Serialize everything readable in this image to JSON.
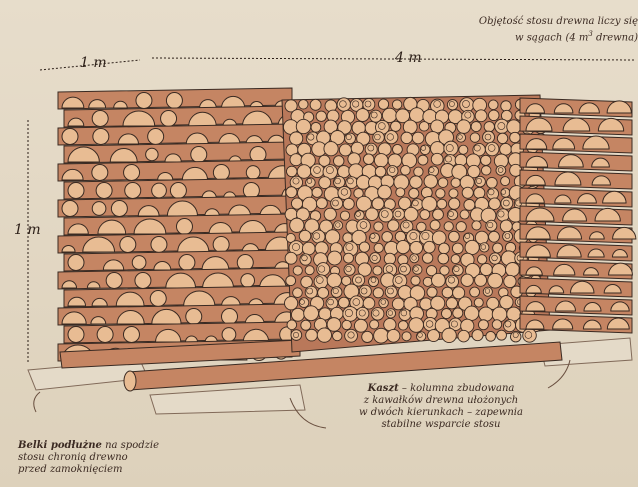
{
  "dimensions": {
    "width_label": "1 m",
    "length_label": "4 m",
    "height_label": "1 m"
  },
  "notes": {
    "volume": {
      "line1": "Objętość stosu drewna liczy się",
      "line2": "w sągach (4 m",
      "line2_sup": "3",
      "line2_end": " drewna)"
    },
    "kaszt": {
      "term": "Kaszt",
      "line1": " – kolumna zbudowana",
      "line2": "z kawałków drewna ułożonych",
      "line3": "w dwóch kierunkach – zapewnia",
      "line4": "stabilne wsparcie stosu"
    },
    "belki": {
      "term": "Belki podłużne",
      "line1": " na spodzie",
      "line2": "stosu chronią drewno",
      "line3": "przed zamoknięciem"
    }
  },
  "colors": {
    "background": "#e2d7c3",
    "log_body": "#c58563",
    "log_end": "#e8bc93",
    "outline": "#3a2a22"
  }
}
